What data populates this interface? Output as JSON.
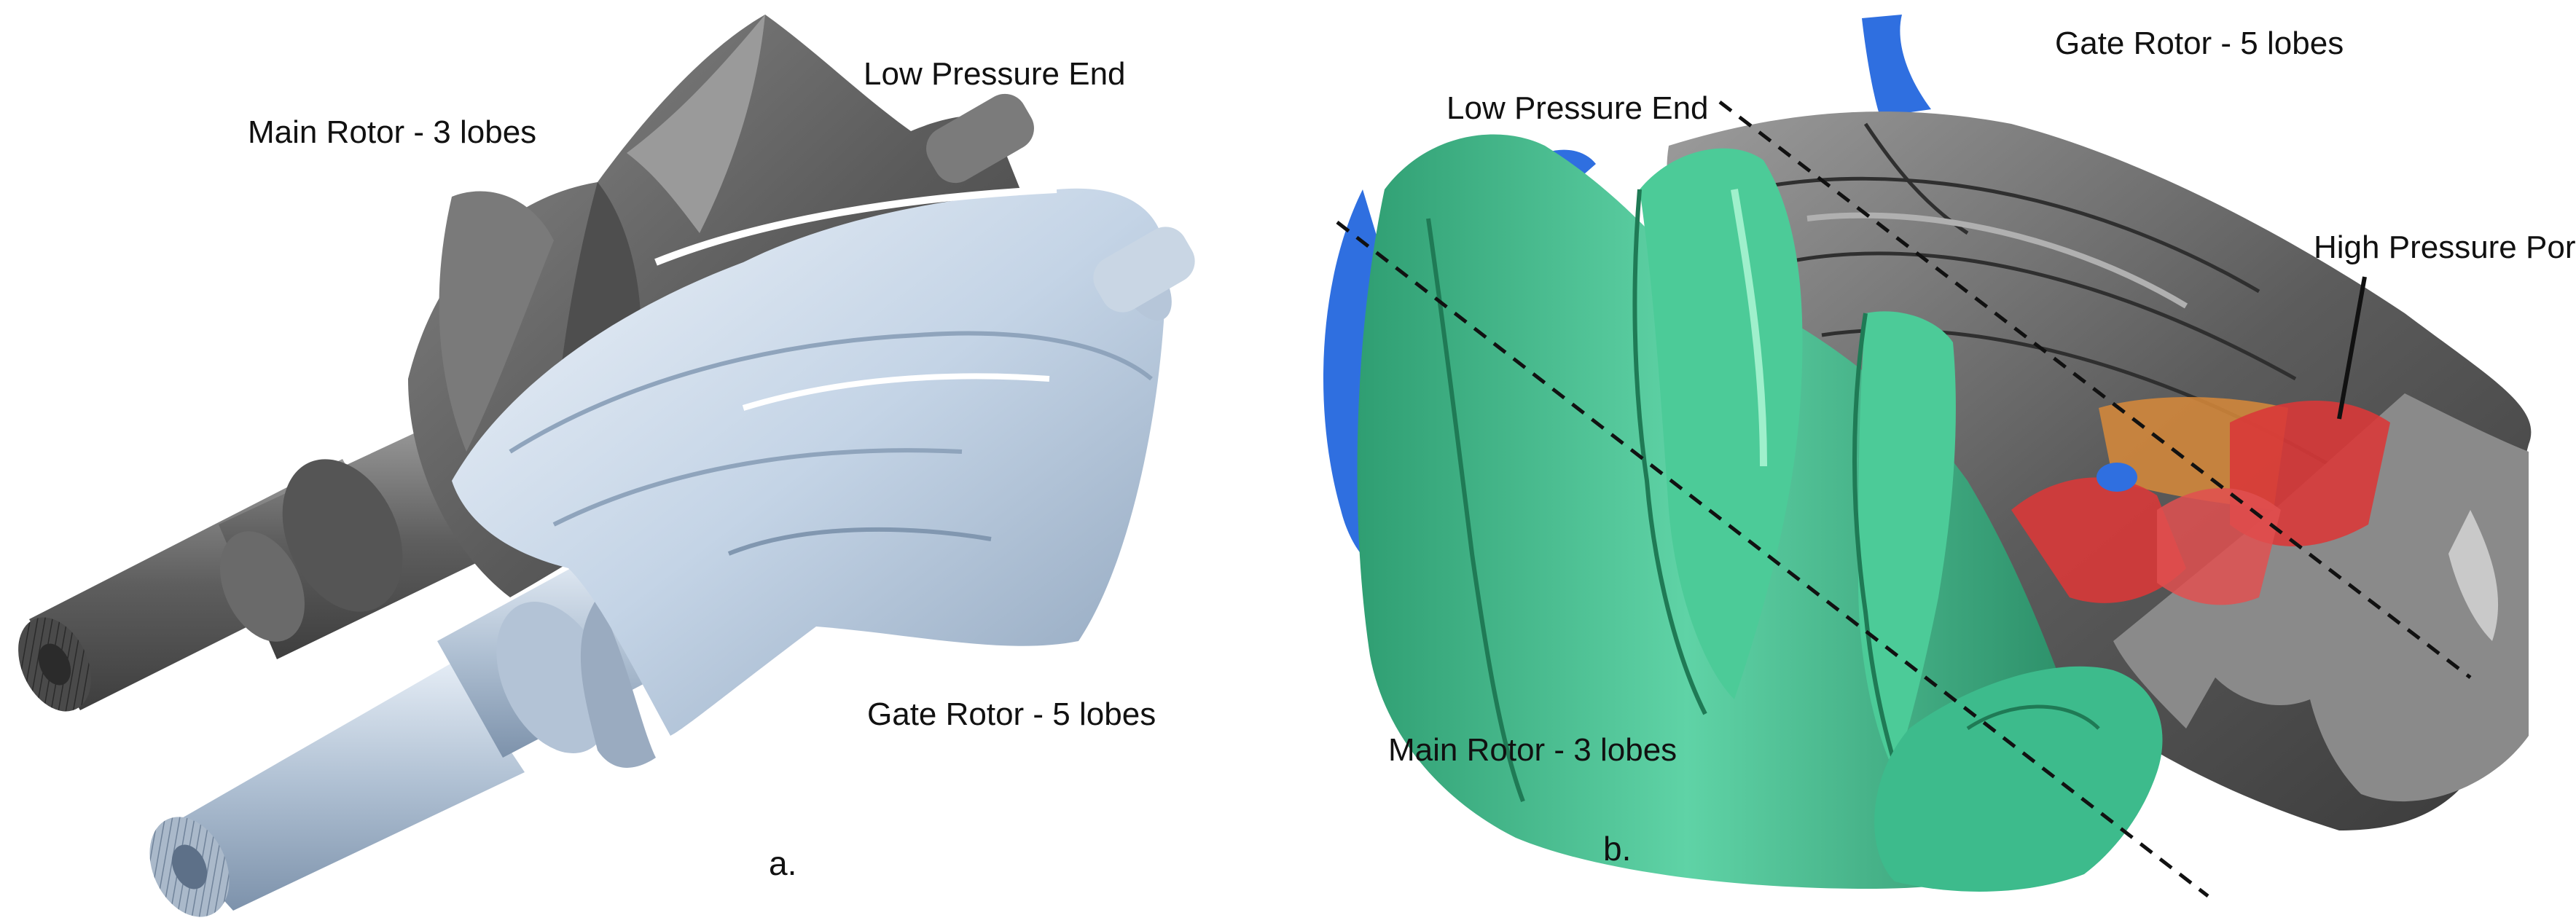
{
  "panel_a": {
    "letter": "a.",
    "labels": {
      "main_rotor": "Main Rotor - 3 lobes",
      "low_pressure_end": "Low Pressure End",
      "gate_rotor": "Gate Rotor - 5 lobes"
    }
  },
  "panel_b": {
    "letter": "b.",
    "labels": {
      "low_pressure_end": "Low Pressure End",
      "gate_rotor": "Gate Rotor - 5 lobes",
      "high_pressure_port": "High Pressure Port",
      "main_rotor": "Main Rotor - 3 lobes"
    }
  },
  "colors": {
    "main_rotor_a": "#6e6e6e",
    "gate_rotor_a": "#c2d3e6",
    "main_rotor_b": "#3dbb8c",
    "gate_rotor_b": "#5a5a5a",
    "blue_edge": "#2f6fe0",
    "port_red": "#d83838",
    "port_orange": "#d88a3a"
  }
}
